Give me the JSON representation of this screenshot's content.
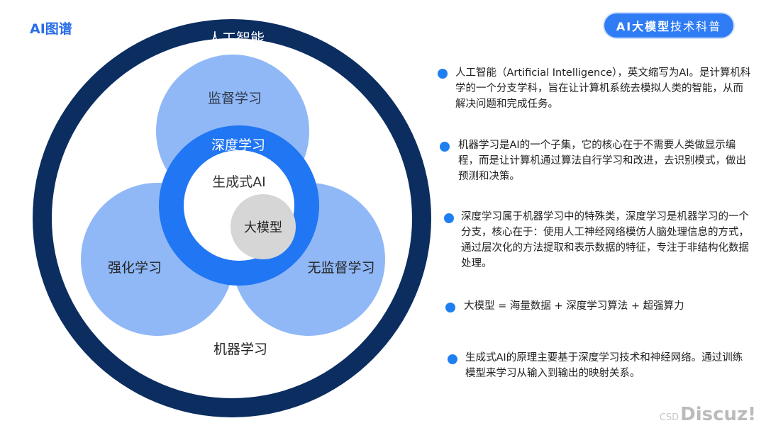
{
  "header": {
    "title": "AI图谱",
    "badge_bold": "AI大模型",
    "badge_rest": "技术科普"
  },
  "diagram": {
    "ai": "人工智能",
    "supervised": "监督学习",
    "deep": "深度学习",
    "genai": "生成式AI",
    "bigmodel": "大模型",
    "reinforce": "强化学习",
    "unsupervised": "无监督学习",
    "ml": "机器学习"
  },
  "bullets": [
    "人工智能（Artificial Intelligence），英文缩写为AI。是计算机科学的一个分支学科，旨在让计算机系统去模拟人类的智能，从而解决问题和完成任务。",
    "机器学习是AI的一个子集，它的核心在于不需要人类做显示编程，而是让计算机通过算法自行学习和改进，去识别模式，做出预测和决策。",
    "深度学习属于机器学习中的特殊类，深度学习是机器学习的一个分支，核心在于：使用人工神经网络模仿人脑处理信息的方式，通过层次化的方法提取和表示数据的特征，专注于非结构化数据处理。",
    "大模型 = 海量数据 + 深度学习算法 + 超强算力",
    "生成式AI的原理主要基于深度学习技术和神经网络。通过训练模型来学习从输入到输出的映射关系。"
  ],
  "watermark": {
    "prefix": "CSD",
    "text": "Discuz!"
  },
  "colors": {
    "outer_ring": "#0b2d60",
    "light_circle": "#90b8f7",
    "deep_ring": "#2176f3",
    "gray_circle": "#d6d6d6",
    "accent": "#2f7cf5"
  }
}
